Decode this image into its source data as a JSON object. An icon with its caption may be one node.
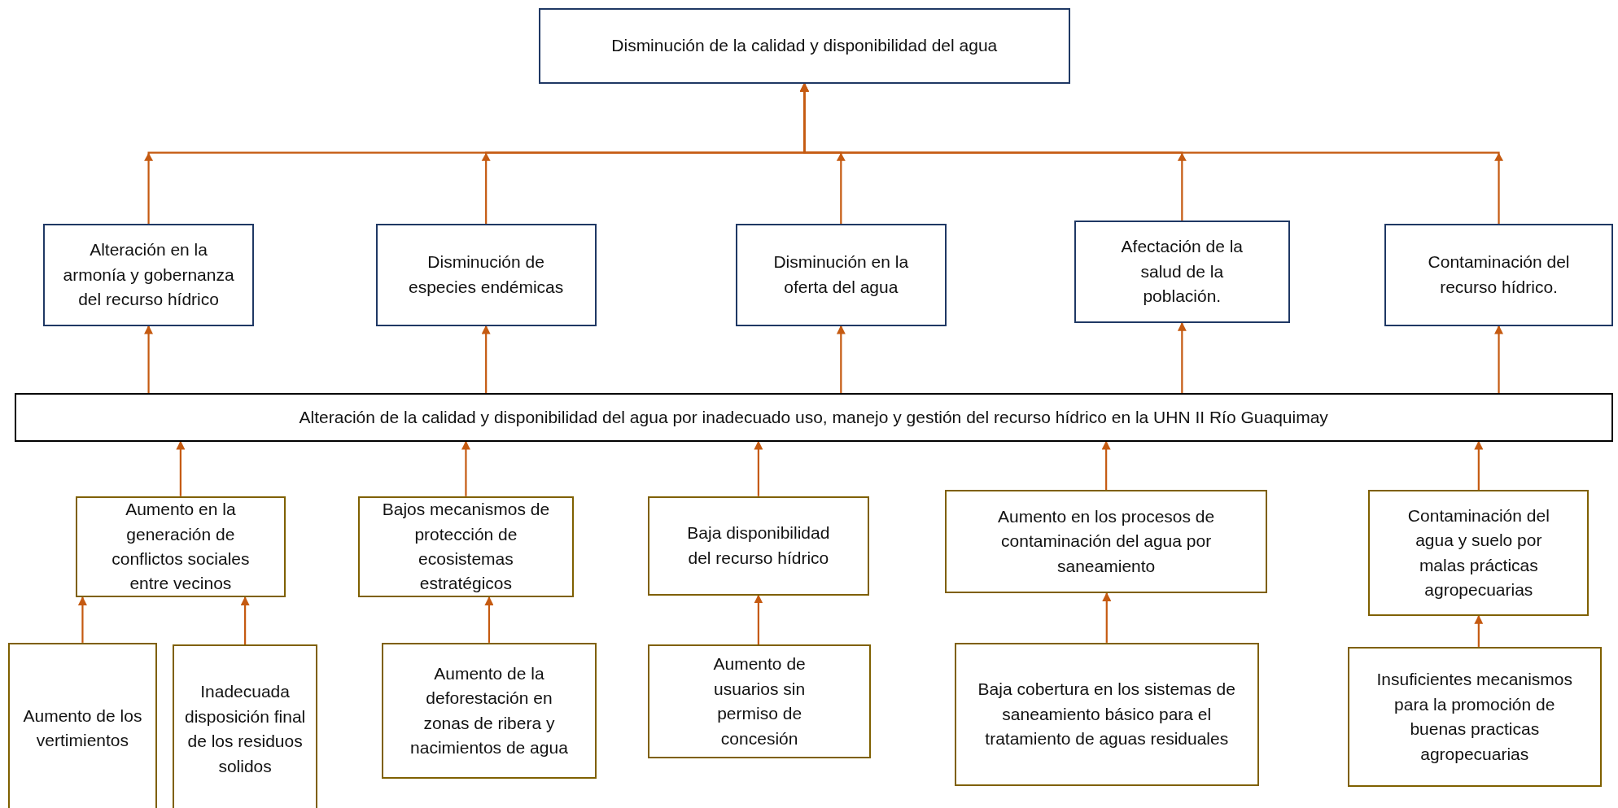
{
  "diagram": {
    "nodes": [
      {
        "text": [
          "Disminución de la calidad y disponibilidad del agua"
        ]
      },
      {
        "text": [
          "Alteración en la armonía y gobernanza del recurso hídrico"
        ]
      },
      {
        "text": [
          "Disminución de especies endémicas"
        ]
      },
      {
        "text": [
          "Disminución en la oferta del agua"
        ]
      },
      {
        "text": [
          "Afectación de la salud de la población."
        ]
      },
      {
        "text": [
          "Contaminación del recurso hídrico."
        ]
      },
      {
        "text": [
          "Alteración de la calidad y disponibilidad del agua por inadecuado uso, manejo y gestión del recurso hídrico en la UHN II Río Guaquimay"
        ]
      },
      {
        "text": [
          "Aumento en la generación de conflictos sociales entre vecinos"
        ]
      },
      {
        "text": [
          "Bajos mecanismos de protección de ecosistemas estratégicos"
        ]
      },
      {
        "text": [
          "Baja disponibilidad del recurso hídrico"
        ]
      },
      {
        "text": [
          "Aumento en los procesos de contaminación del agua por saneamiento"
        ]
      },
      {
        "text": [
          "Contaminación del agua y suelo por malas prácticas agropecuarias"
        ]
      },
      {
        "text": [
          "Aumento de los vertimientos"
        ]
      },
      {
        "text": [
          "Inadecuada disposición final de los residuos solidos"
        ]
      },
      {
        "text": [
          "Aumento de la deforestación en zonas de ribera y nacimientos de agua"
        ]
      },
      {
        "text": [
          "Aumento de usuarios sin permiso de concesión"
        ]
      },
      {
        "text": [
          "Baja cobertura en los sistemas de saneamiento básico para el tratamiento de aguas residuales"
        ]
      },
      {
        "text": [
          "Insuficientes mecanismos para la promoción de buenas practicas agropecuarias"
        ]
      }
    ],
    "edges": [
      {
        "from": 1,
        "to": 0,
        "arrow": "to"
      },
      {
        "from": 2,
        "to": 0,
        "arrow": "to"
      },
      {
        "from": 3,
        "to": 0,
        "arrow": "to"
      },
      {
        "from": 4,
        "to": 0,
        "arrow": "to"
      },
      {
        "from": 5,
        "to": 0,
        "arrow": "to"
      },
      {
        "from": 6,
        "to": 1,
        "arrow": "to"
      },
      {
        "from": 6,
        "to": 2,
        "arrow": "to"
      },
      {
        "from": 6,
        "to": 3,
        "arrow": "to"
      },
      {
        "from": 6,
        "to": 4,
        "arrow": "to"
      },
      {
        "from": 6,
        "to": 5,
        "arrow": "to"
      },
      {
        "from": 7,
        "to": 6,
        "arrow": "to"
      },
      {
        "from": 8,
        "to": 6,
        "arrow": "to"
      },
      {
        "from": 9,
        "to": 6,
        "arrow": "to"
      },
      {
        "from": 10,
        "to": 6,
        "arrow": "to"
      },
      {
        "from": 11,
        "to": 6,
        "arrow": "to"
      },
      {
        "from": 12,
        "to": 7,
        "arrow": "to"
      },
      {
        "from": 13,
        "to": 7,
        "arrow": "to"
      },
      {
        "from": 14,
        "to": 8,
        "arrow": "to"
      },
      {
        "from": 15,
        "to": 9,
        "arrow": "to"
      },
      {
        "from": 16,
        "to": 10,
        "arrow": "to"
      },
      {
        "from": 17,
        "to": 11,
        "arrow": "to"
      }
    ]
  }
}
